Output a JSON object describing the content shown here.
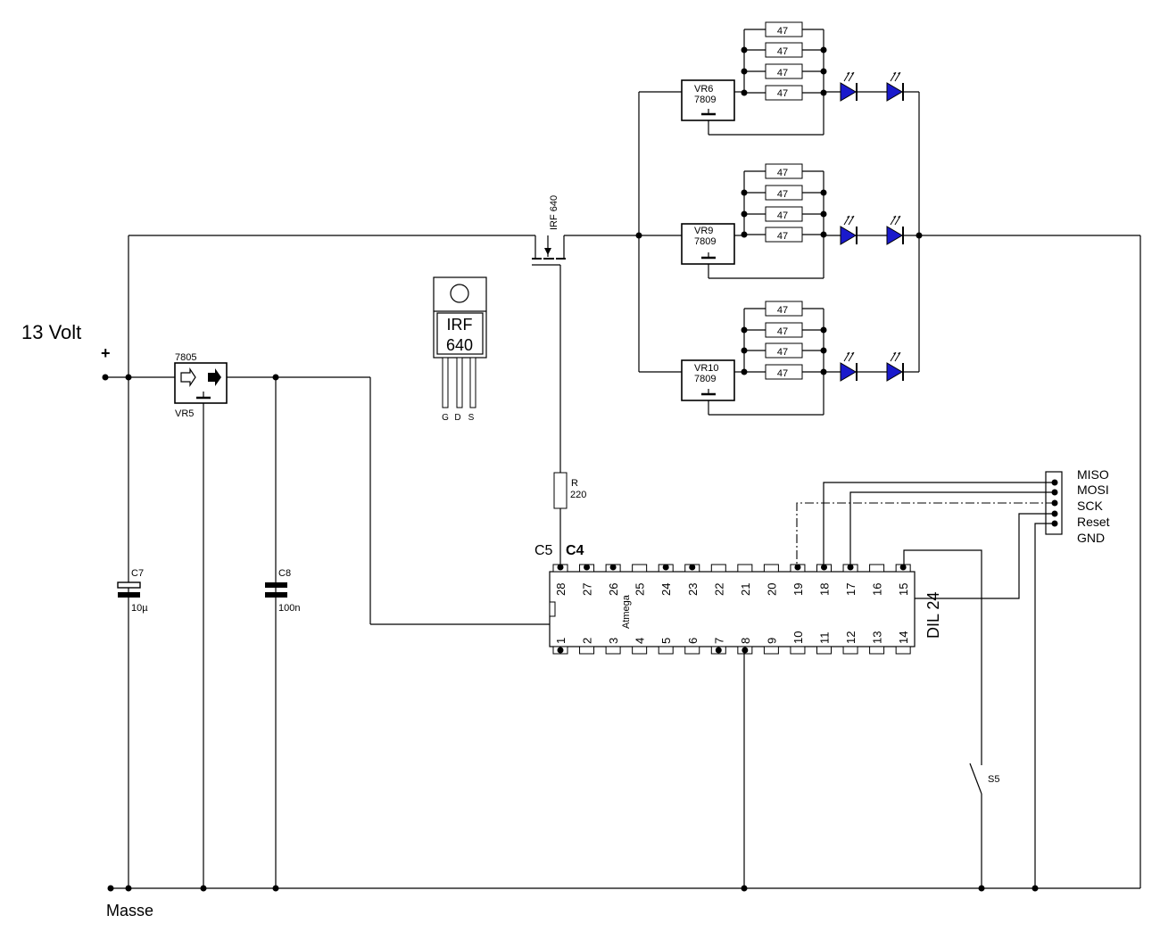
{
  "supply": {
    "voltage_label": "13 Volt",
    "plus_label": "+",
    "ground_label": "Masse"
  },
  "regulator_5v": {
    "type": "7805",
    "ref": "VR5"
  },
  "capacitors": [
    {
      "ref": "C7",
      "value": "10µ"
    },
    {
      "ref": "C8",
      "value": "100n"
    }
  ],
  "mosfet": {
    "label": "IRF 640",
    "package_line1": "IRF",
    "package_line2": "640",
    "pins": [
      "G",
      "D",
      "S"
    ]
  },
  "gate_resistor": {
    "ref": "R",
    "value": "220"
  },
  "led_drivers": [
    {
      "ref": "VR6",
      "type": "7809",
      "resistors": [
        "47",
        "47",
        "47",
        "47"
      ]
    },
    {
      "ref": "VR9",
      "type": "7809",
      "resistors": [
        "47",
        "47",
        "47",
        "47"
      ]
    },
    {
      "ref": "VR10",
      "type": "7809",
      "resistors": [
        "47",
        "47",
        "47",
        "47"
      ]
    }
  ],
  "microcontroller": {
    "name": "Atmega",
    "package": "DIL 24",
    "top_pins": [
      "28",
      "27",
      "26",
      "25",
      "24",
      "23",
      "22",
      "21",
      "20",
      "19",
      "18",
      "17",
      "16",
      "15"
    ],
    "bottom_pins": [
      "1",
      "2",
      "3",
      "4",
      "5",
      "6",
      "7",
      "8",
      "9",
      "10",
      "11",
      "12",
      "13",
      "14"
    ],
    "labels": [
      "C5",
      "C4"
    ]
  },
  "isp_header": {
    "pins": [
      "MISO",
      "MOSI",
      "SCK",
      "Reset",
      "GND"
    ]
  },
  "switch": {
    "ref": "S5"
  }
}
